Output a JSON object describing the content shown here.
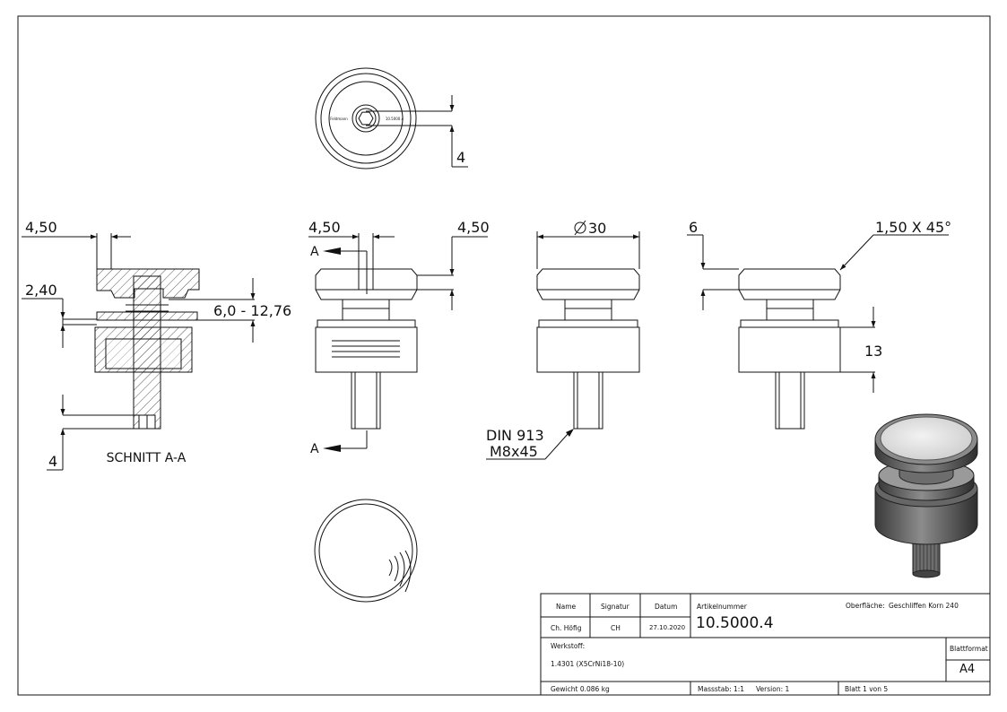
{
  "dimensions": {
    "top_view_4": "4",
    "section_4_50": "4,50",
    "section_2_40": "2,40",
    "section_range": "6,0 - 12,76",
    "section_bottom_4": "4",
    "front_4_50_left": "4,50",
    "front_4_50_right": "4,50",
    "diameter": "30",
    "side_6": "6",
    "chamfer": "1,50 X 45°",
    "side_13": "13",
    "screw_line1": "DIN 913",
    "screw_line2": "M8x45"
  },
  "labels": {
    "section_title": "SCHNITT A-A",
    "section_mark_top": "A",
    "section_mark_bottom": "A",
    "engraving_left": "Feldmann",
    "engraving_right": "10.5000.4"
  },
  "title_block": {
    "headers": {
      "name": "Name",
      "signature": "Signatur",
      "date": "Datum",
      "article": "Artikelnummer"
    },
    "name": "Ch. Höfig",
    "signature": "CH",
    "date": "27.10.2020",
    "article_number": "10.5000.4",
    "surface_label": "Oberfläche:",
    "surface_value": "Geschliffen Korn 240",
    "material_label": "Werkstoff:",
    "material_value": "1.4301 (X5CrNi18-10)",
    "format_label": "Blattformat",
    "format_value": "A4",
    "weight": "Gewicht 0.086 kg",
    "scale": "Massstab: 1:1",
    "version": "Version: 1",
    "sheet": "Blatt 1 von 5"
  },
  "colors": {
    "line": "#111111",
    "shade_dark": "#555555",
    "shade_light": "#d8d8d8"
  }
}
